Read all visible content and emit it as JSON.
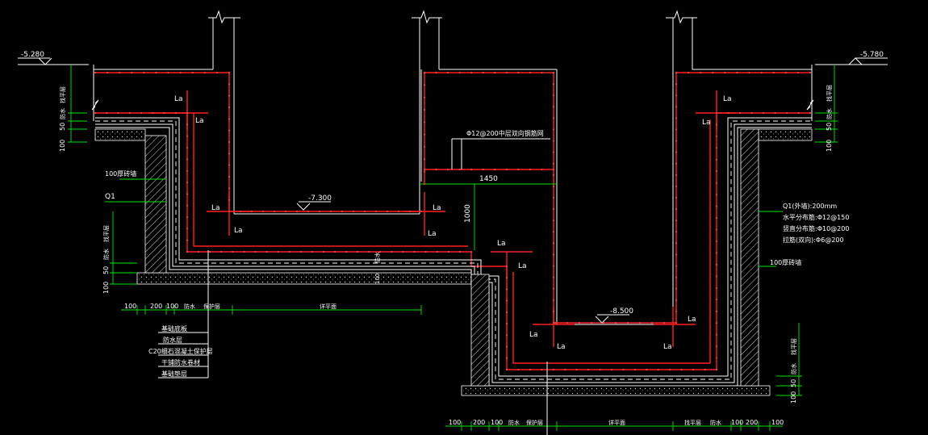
{
  "colors": {
    "background": "#000000",
    "outline": "#ffffff",
    "rebar": "#ff2020",
    "dimension": "#00e600",
    "concrete": "#bfbfbf"
  },
  "elevations": {
    "left": "-5.280",
    "right": "-5.780",
    "pit1": "-7.300",
    "pit2": "-8.500"
  },
  "lap_label": "La",
  "rebar_note": "Φ12@200中层双向钢筋网",
  "dims": {
    "width_1450": "1450",
    "height_1000": "1000",
    "d100": "100",
    "d200": "200",
    "d50": "50",
    "waterproof": "防水",
    "protect": "找平层",
    "protect_layer": "保护层",
    "plan": "详平面",
    "protect2": "找平层"
  },
  "wall_labels": {
    "brick": "100厚砖墙",
    "q1": "Q1",
    "brick_right": "100厚砖墙"
  },
  "q1_spec": {
    "line1": "Q1(外墙):200mm",
    "line2": "水平分布筋:Φ12@150",
    "line3": "竖直分布筋:Φ10@200",
    "line4": "拉筋(双向):Φ6@200"
  },
  "layer_legend": [
    "基础底板",
    "防水层",
    "C20细石混凝土保护层",
    "干铺防水卷材",
    "基础垫层"
  ]
}
